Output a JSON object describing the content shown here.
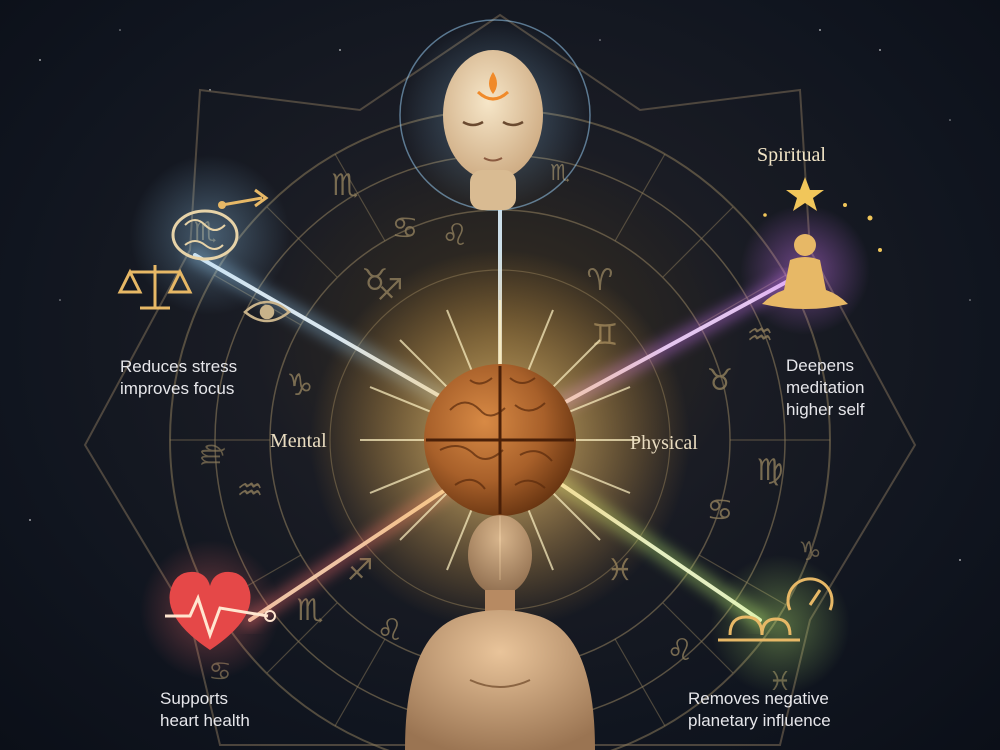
{
  "labels": {
    "spiritual": "Spiritual",
    "mental": "Mental",
    "physical": "Physical"
  },
  "benefits": {
    "mental": [
      "Reduces stress",
      "improves focus"
    ],
    "spiritual": [
      "Deepens",
      "meditation",
      "higher self"
    ],
    "heart": [
      "Supports",
      "heart health"
    ],
    "planetary": [
      "Removes negative",
      "planetary influence"
    ]
  },
  "icons": [
    "brain-outline-icon",
    "scales-icon",
    "arrow-icon",
    "eye-icon",
    "star-icon",
    "meditation-figure-icon",
    "heart-icon",
    "gauge-icon",
    "zodiac-glyph-icon"
  ],
  "colors": {
    "background": "#10151f",
    "wheel_lines": "#8a7a5a",
    "ray_blue": "#9fd8ff",
    "ray_purple": "#d77bff",
    "ray_red": "#ff6f6f",
    "ray_green": "#c8ff7a",
    "core_glow": "#ffe9a8",
    "seed_brown": "#a8642a",
    "gold": "#e7b866"
  }
}
